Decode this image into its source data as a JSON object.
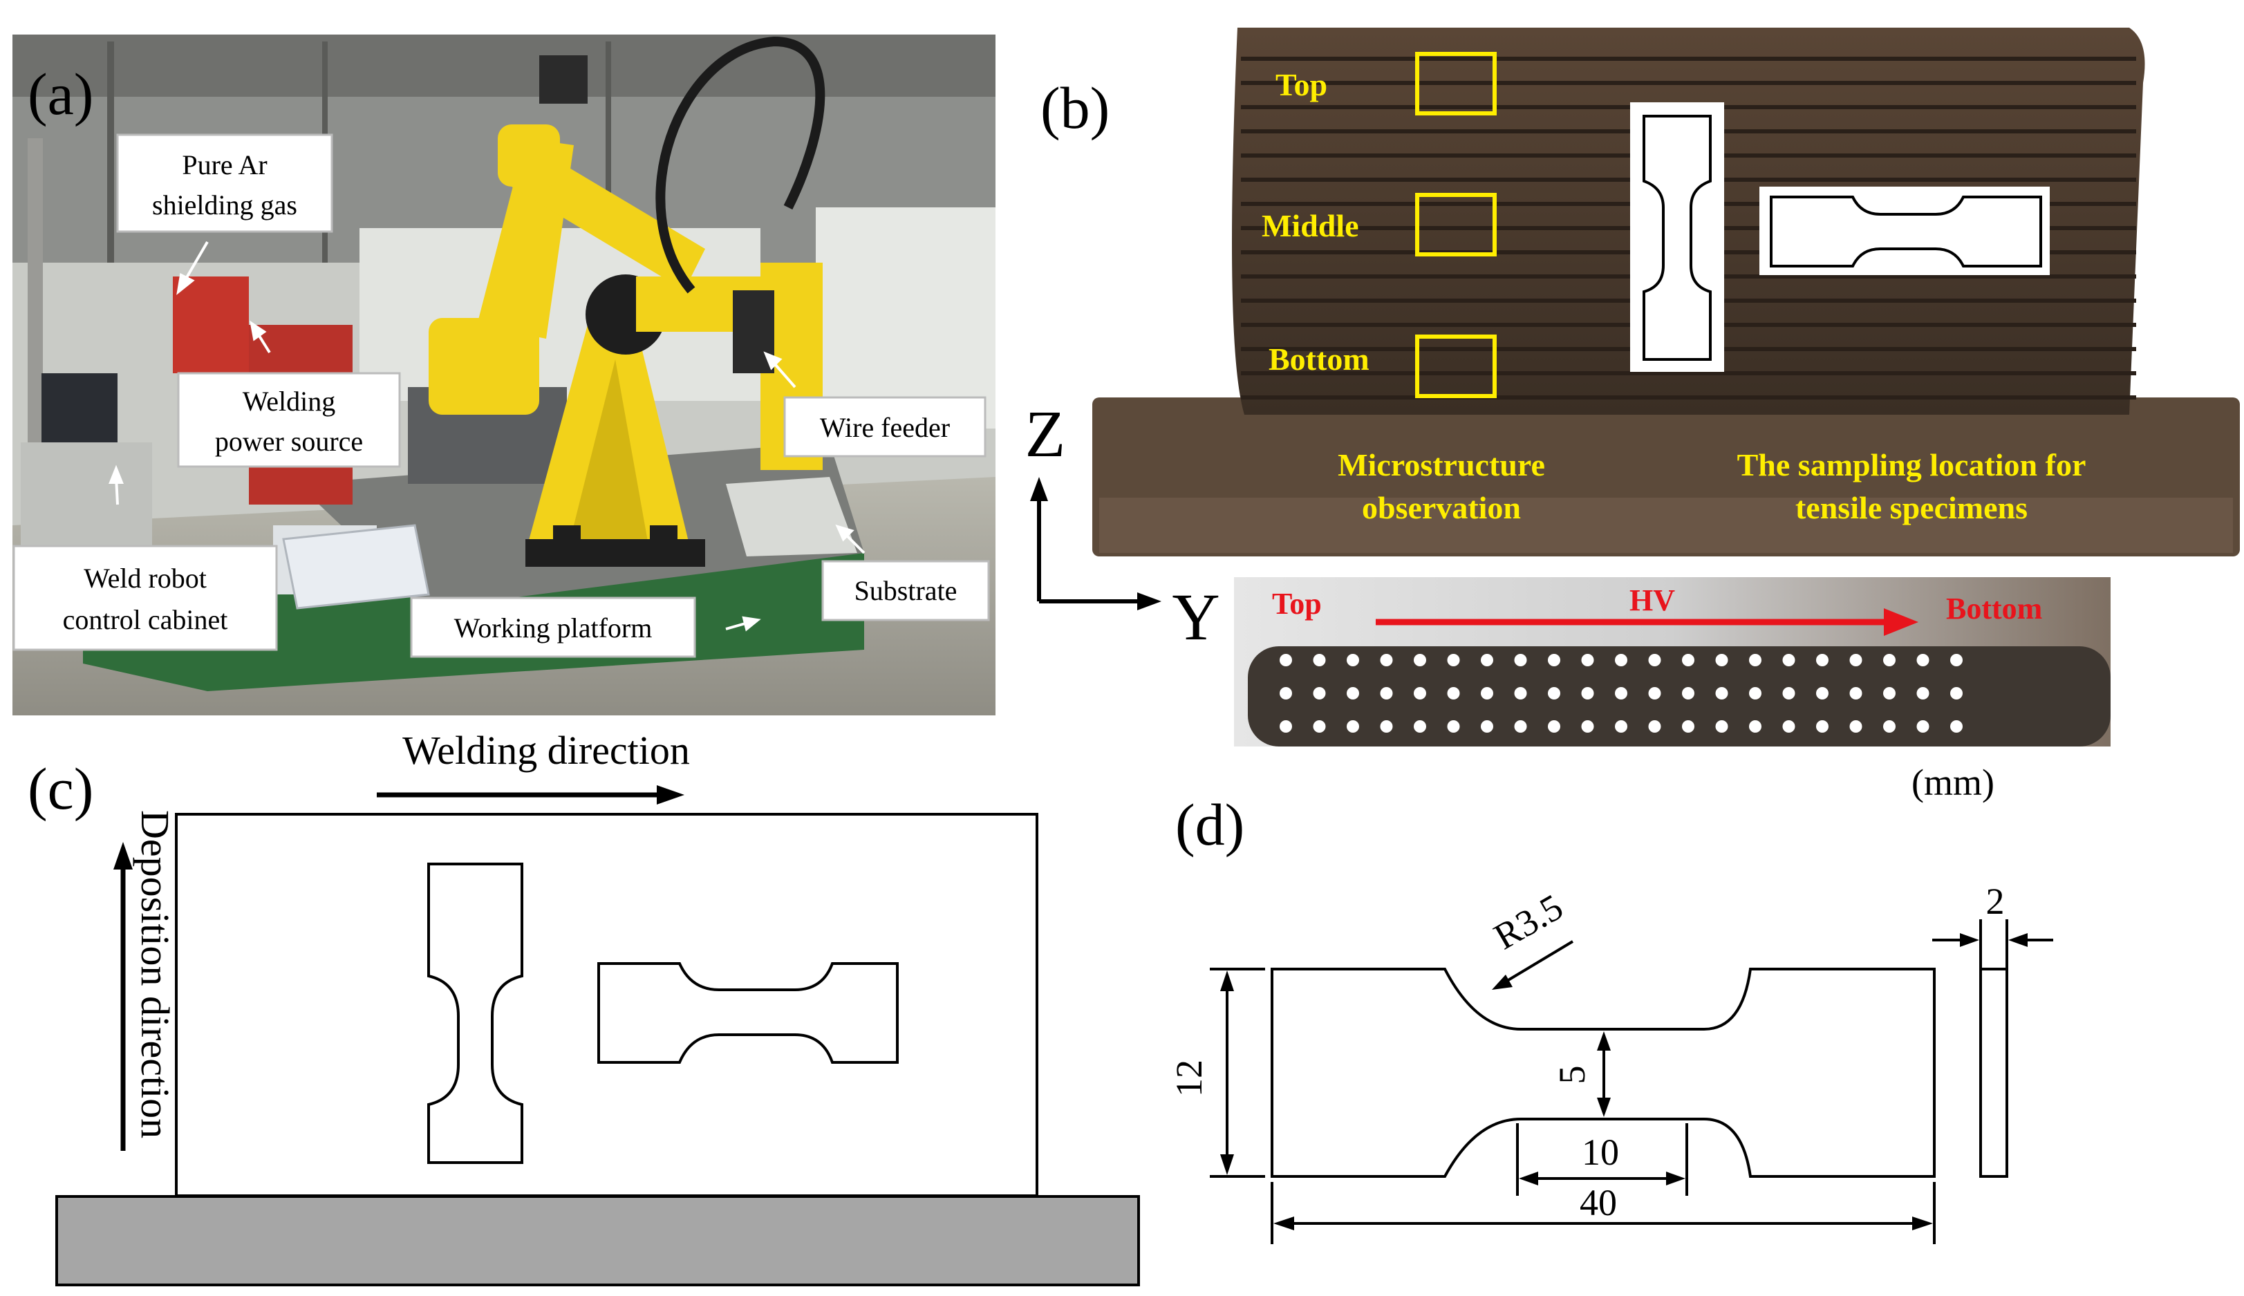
{
  "panels": {
    "a": {
      "letter": "(a)",
      "labels": {
        "gas_line1": "Pure Ar",
        "gas_line2": "shielding gas",
        "power_line1": "Welding",
        "power_line2": "power source",
        "wire_feeder": "Wire feeder",
        "cabinet_line1": "Weld robot",
        "cabinet_line2": "control cabinet",
        "platform": "Working platform",
        "substrate": "Substrate"
      }
    },
    "b": {
      "letter": "(b)",
      "positions": {
        "top": "Top",
        "middle": "Middle",
        "bottom": "Bottom"
      },
      "micro_line1": "Microstructure",
      "micro_line2": "observation",
      "tensile_line1": "The sampling location for",
      "tensile_line2": "tensile specimens",
      "axis_z": "Z",
      "axis_y": "Y",
      "hv": {
        "label": "HV",
        "from": "Top",
        "to": "Bottom",
        "dot_rows": 3,
        "dot_cols": 21
      }
    },
    "c": {
      "letter": "(c)",
      "welding_direction": "Welding direction",
      "deposition_direction": "Deposition direction"
    },
    "d": {
      "letter": "(d)",
      "unit": "(mm)",
      "dimensions": {
        "radius": "R3.5",
        "thickness": "2",
        "width": "12",
        "gauge_width": "5",
        "gauge_length": "10",
        "total_length": "40"
      }
    }
  },
  "colors": {
    "robot_yellow": "#f2d21a",
    "annotation_yellow": "#ffee00",
    "hv_red": "#e8141c",
    "substrate_gray": "#a6a6a6",
    "wall_brown": "#4a3a2c"
  }
}
